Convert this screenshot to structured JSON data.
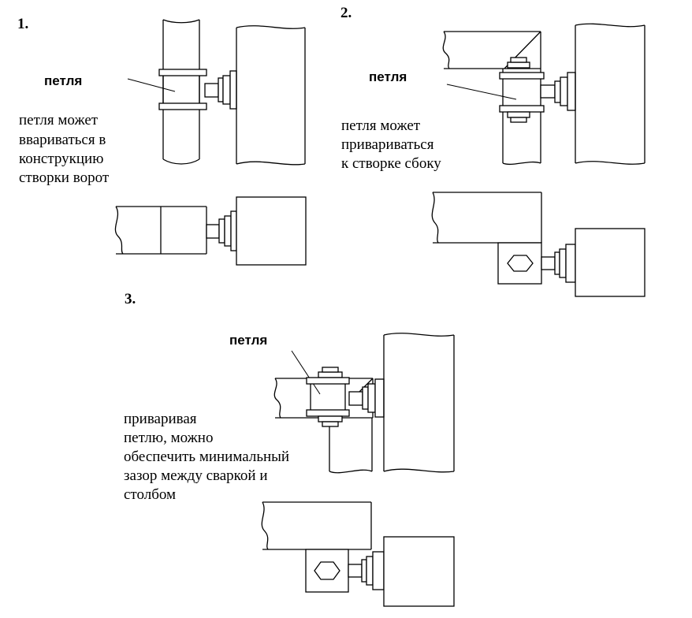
{
  "diagram_1": {
    "number": "1.",
    "label": "петля",
    "caption": [
      "петля может",
      "ввариваться в",
      "конструкцию",
      "створки ворот"
    ]
  },
  "diagram_2": {
    "number": "2.",
    "label": "петля",
    "caption": [
      "петля может",
      "привариваться",
      "к створке сбоку"
    ]
  },
  "diagram_3": {
    "number": "3.",
    "label": "петля",
    "caption": [
      "приваривая",
      "петлю, можно",
      "обеспечить минимальный",
      "зазор между сваркой и",
      "столбом"
    ]
  }
}
